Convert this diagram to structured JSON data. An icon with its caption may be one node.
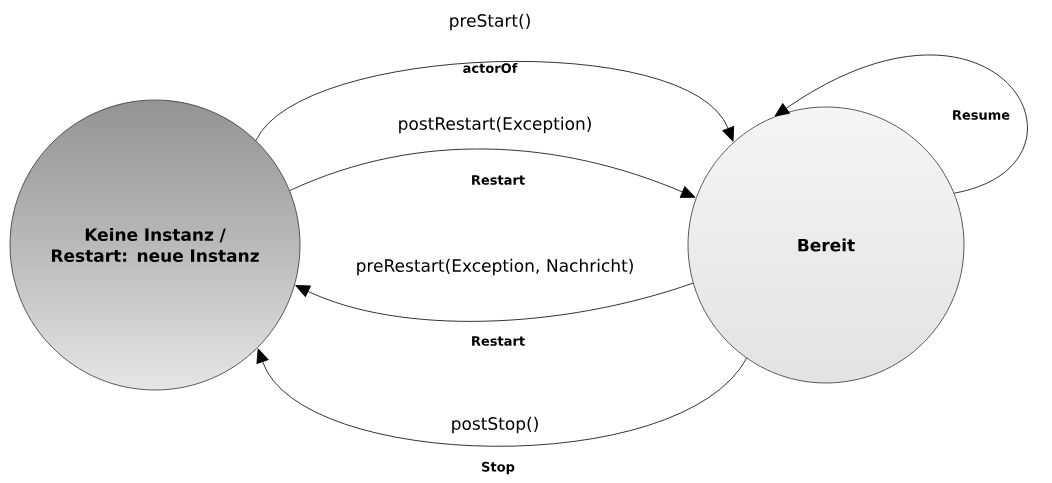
{
  "diagram": {
    "nodes": [
      {
        "text": [
          "Keine Instanz / Restart: neue Instanz"
        ]
      },
      {
        "text": [
          "Bereit"
        ]
      }
    ],
    "edges": [
      {
        "from": 0,
        "to": 1,
        "arrow": "to",
        "label": "preStart()"
      },
      {
        "from": 0,
        "to": 1,
        "arrow": "to",
        "label": "postRestart(Exception)"
      },
      {
        "from": 1,
        "to": 0,
        "arrow": "to",
        "label": "preRestart(Exception, Nachricht)"
      },
      {
        "from": 1,
        "to": 0,
        "arrow": "to",
        "label": "postStop()"
      },
      {
        "from": 1,
        "to": 1,
        "arrow": "to",
        "label": "Resume"
      }
    ],
    "labels": [
      "actorOf",
      "Restart",
      "Restart",
      "Stop"
    ]
  }
}
